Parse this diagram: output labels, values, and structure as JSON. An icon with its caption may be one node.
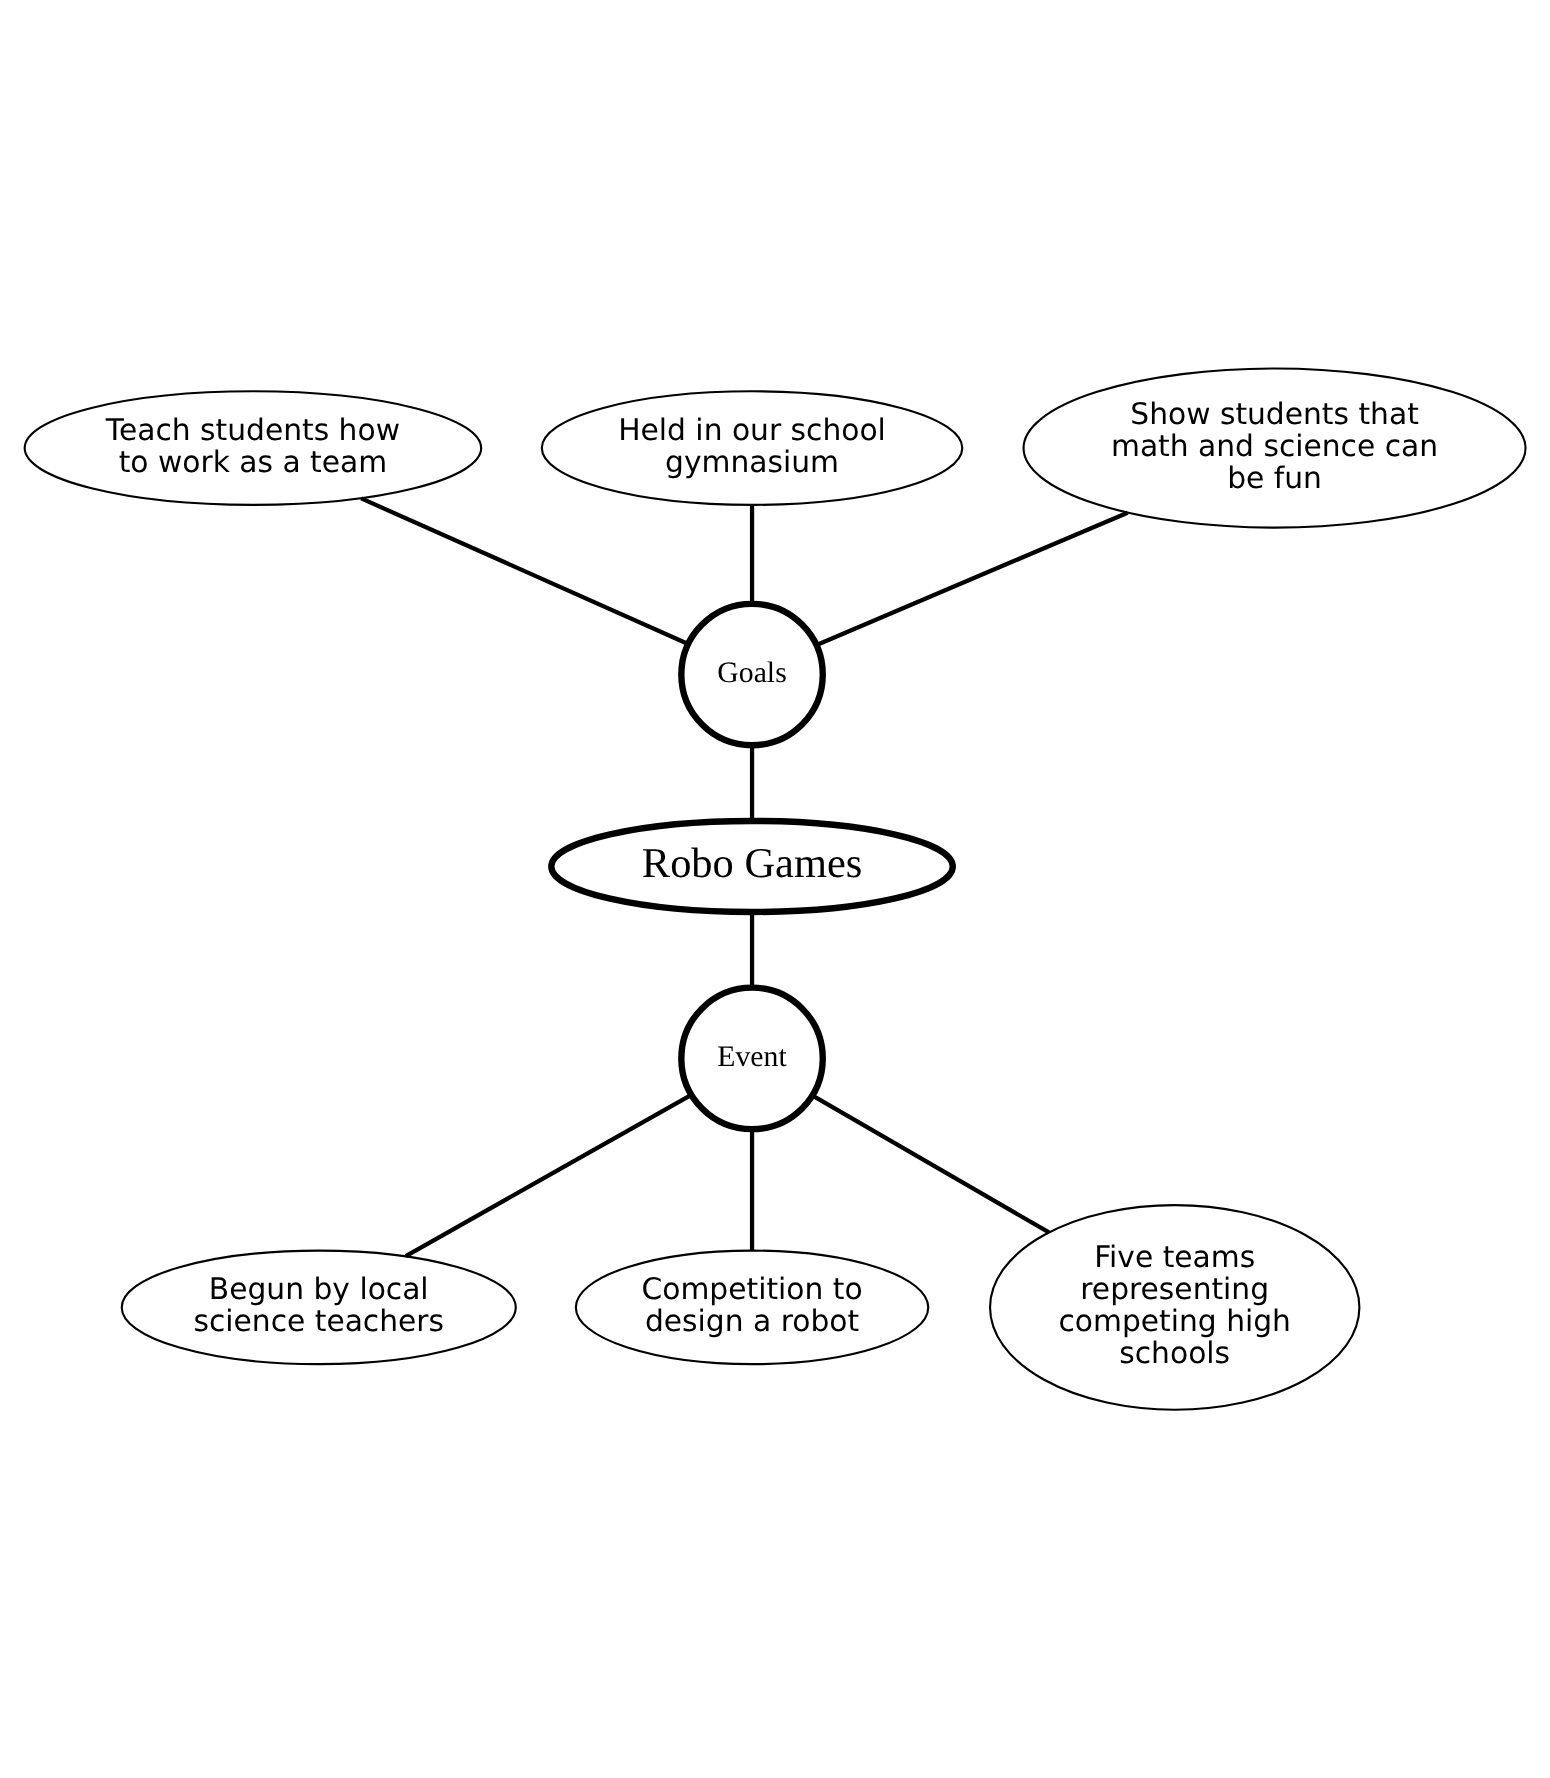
{
  "diagram": {
    "nodes": [
      {
        "text": [
          "Teach students how to work as a team"
        ]
      },
      {
        "text": [
          "Held in our school gymnasium"
        ]
      },
      {
        "text": [
          "Show students that math and science can be fun"
        ]
      },
      {
        "text": [
          "Goals"
        ]
      },
      {
        "text": [
          "Robo Games"
        ]
      },
      {
        "text": [
          "Event"
        ]
      },
      {
        "text": [
          "Begun by local science teachers"
        ]
      },
      {
        "text": [
          "Competition to design a robot"
        ]
      },
      {
        "text": [
          "Five teams representing competing high schools"
        ]
      }
    ],
    "edges": [
      {
        "from": 3,
        "to": 0,
        "arrow": "none"
      },
      {
        "from": 3,
        "to": 1,
        "arrow": "none"
      },
      {
        "from": 3,
        "to": 2,
        "arrow": "none"
      },
      {
        "from": 4,
        "to": 3,
        "arrow": "none"
      },
      {
        "from": 4,
        "to": 5,
        "arrow": "none"
      },
      {
        "from": 5,
        "to": 6,
        "arrow": "none"
      },
      {
        "from": 5,
        "to": 8,
        "arrow": "none"
      },
      {
        "from": 5,
        "to": 7,
        "arrow": "none"
      }
    ]
  }
}
